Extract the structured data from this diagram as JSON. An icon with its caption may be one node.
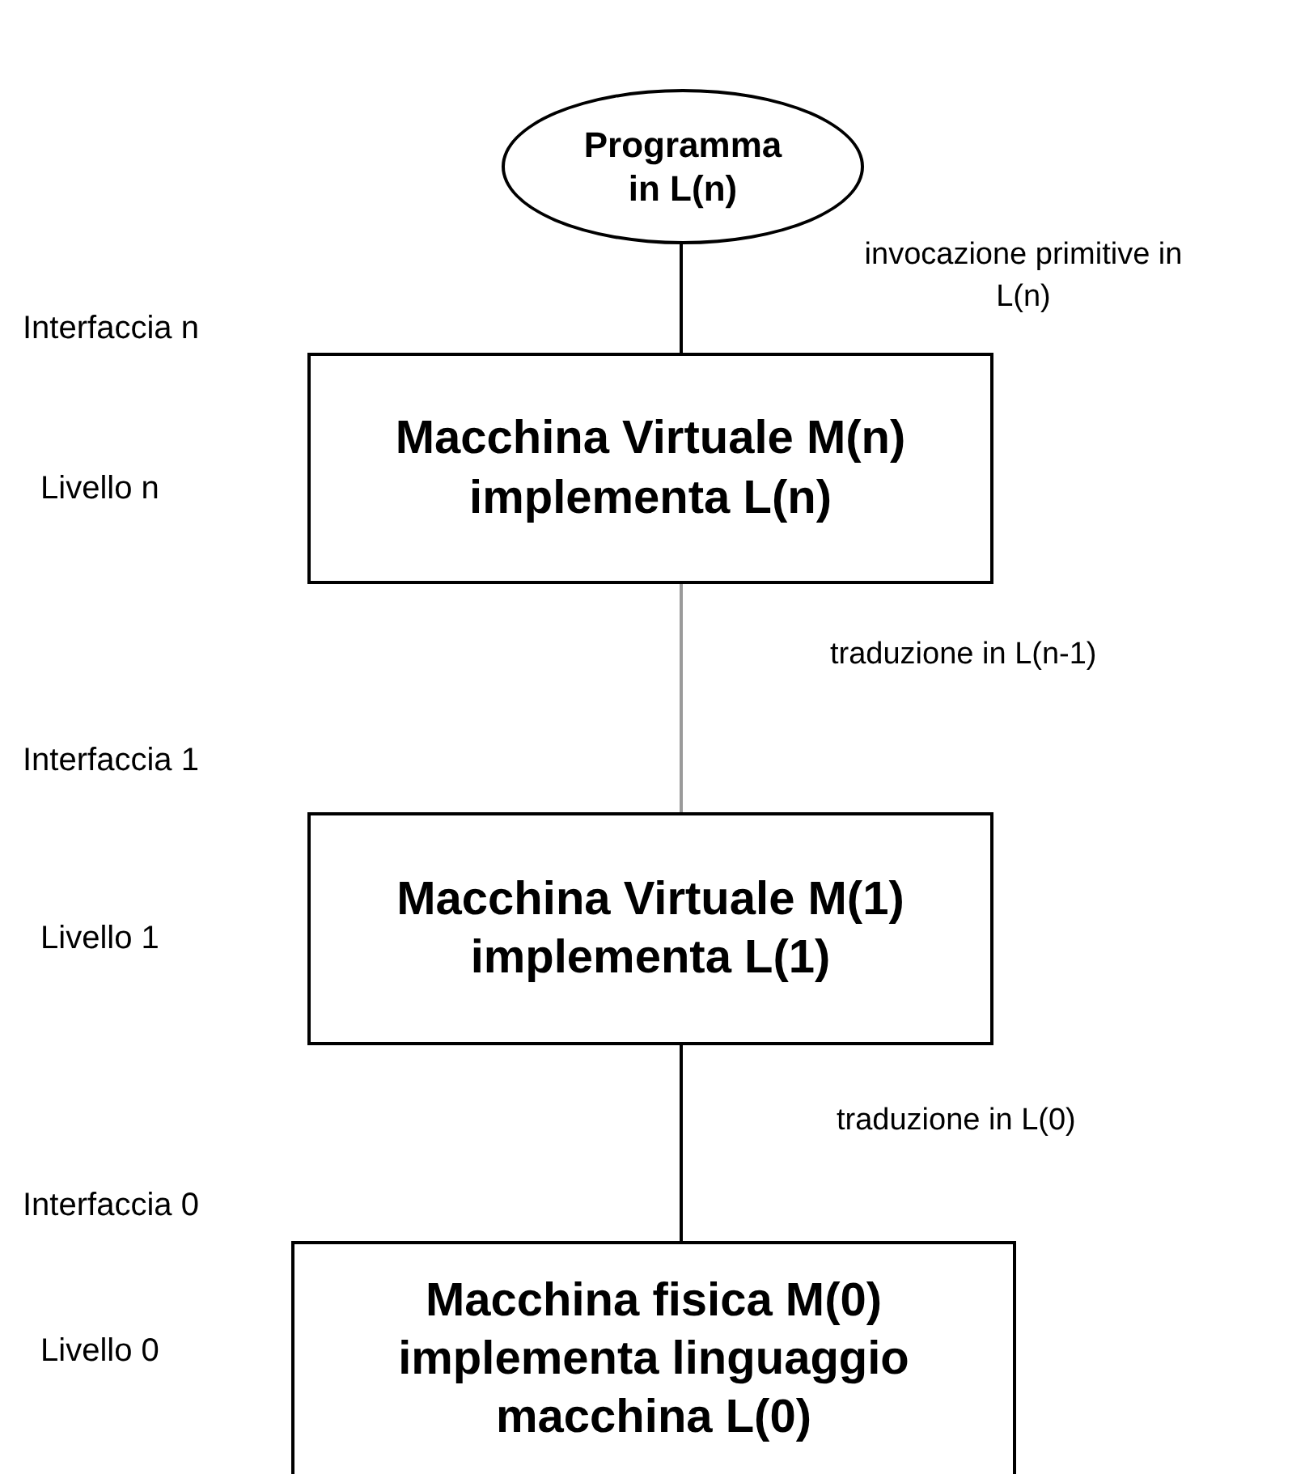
{
  "diagram": {
    "nodes": [
      {
        "text": [
          "Programma in L(n)"
        ]
      },
      {
        "text": [
          "Macchina Virtuale M(n) implementa L(n)"
        ]
      },
      {
        "text": [
          "Macchina Virtuale M(1) implementa L(1)"
        ]
      },
      {
        "text": [
          "Macchina fisica M(0) implementa linguaggio macchina L(0)"
        ]
      }
    ],
    "edges": [
      {
        "from": 0,
        "to": 1,
        "arrow": "none"
      },
      {
        "from": 1,
        "to": 2,
        "arrow": "none",
        "color": "#9a9a9a"
      },
      {
        "from": 2,
        "to": 3,
        "arrow": "none"
      }
    ],
    "labels": [
      "invocazione primitive in L(n)",
      "Interfaccia n",
      "Livello n",
      "traduzione in L(n-1)",
      "Interfaccia 1",
      "Livello 1",
      "traduzione in L(0)",
      "Interfaccia 0",
      "Livello 0"
    ]
  }
}
